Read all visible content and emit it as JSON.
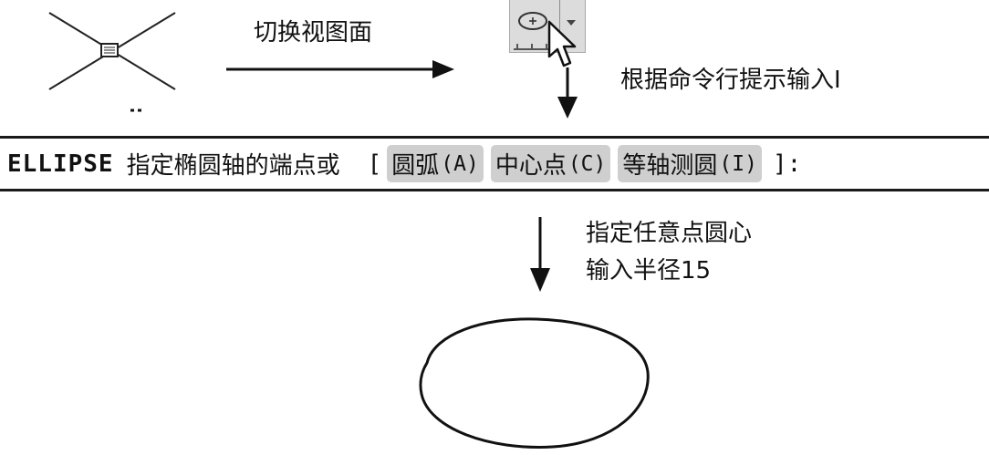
{
  "diagram": {
    "switch_view_label": "切换视图面",
    "prompt_hint": "根据命令行提示输入I",
    "center_hint": "指定任意点圆心",
    "radius_hint": "输入半径15"
  },
  "toolbar": {
    "ellipse_button_icon": "ellipse-icon",
    "dropdown_icon": "chevron-down-icon",
    "cursor_icon": "arrow-pointer-icon"
  },
  "command_line": {
    "command": "ELLIPSE",
    "prompt": "指定椭圆轴的端点或",
    "bracket_open": "[",
    "bracket_close": "]:",
    "options": [
      {
        "label": "圆弧",
        "key": "(A)"
      },
      {
        "label": "中心点",
        "key": "(C)"
      },
      {
        "label": "等轴测圆",
        "key": "(I)"
      }
    ]
  },
  "colors": {
    "background": "#ffffff",
    "ink": "#111111",
    "option_fill": "#cfcfcf",
    "button_fill": "#dcdcdc"
  }
}
